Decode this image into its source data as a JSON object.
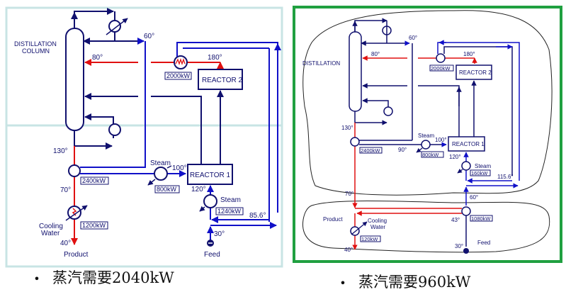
{
  "left": {
    "title_line1": "DISTILLATION",
    "title_line2": "COLUMN",
    "reactor1": "REACTOR 1",
    "reactor2": "REACTOR 2",
    "temps": {
      "t60": "60°",
      "t80": "80°",
      "t180": "180°",
      "t130": "130°",
      "t100": "100°",
      "t120": "120°",
      "t70": "70°",
      "t40": "40°",
      "t30": "30°",
      "t85": "85.6°"
    },
    "duties": {
      "hx_r2": "2000kW",
      "hx_bottom": "2400kW",
      "hx_steam1": "800kW",
      "hx_steam2": "1240kW",
      "hx_cool": "1200kW"
    },
    "steam1": "Steam",
    "steam2": "Steam",
    "cooling_line1": "Cooling",
    "cooling_line2": "Water",
    "product": "Product",
    "feed": "Feed",
    "caption": "蒸汽需要2040kW"
  },
  "right": {
    "title": "DISTILLATION",
    "reactor1": "REACTOR 1",
    "reactor2": "REACTOR 2",
    "temps": {
      "t60top": "60°",
      "t80": "80°",
      "t180": "180°",
      "t130": "130°",
      "t100": "100°",
      "t90": "90°",
      "t120": "120°",
      "t115": "115.6°",
      "t70": "70°",
      "t60": "60°",
      "t43": "43°",
      "t40": "40°",
      "t30": "30°"
    },
    "duties": {
      "hx_r2": "2000kW",
      "hx_bottom": "2400kW",
      "hx_steam1": "800kW",
      "hx_steam2": "160kW",
      "hx_feed": "1080kW",
      "hx_cool": "120kW"
    },
    "steam1": "Steam",
    "steam2": "Steam",
    "cooling_line1": "Cooling",
    "cooling_line2": "Water",
    "product": "Product",
    "feed": "Feed",
    "caption": "蒸汽需要960kW"
  },
  "colors": {
    "blue": "#1010c8",
    "navy": "#10106e",
    "red": "#e01010",
    "panel_left": "#c8e4e4",
    "panel_right": "#20a040"
  },
  "bullet": "•"
}
